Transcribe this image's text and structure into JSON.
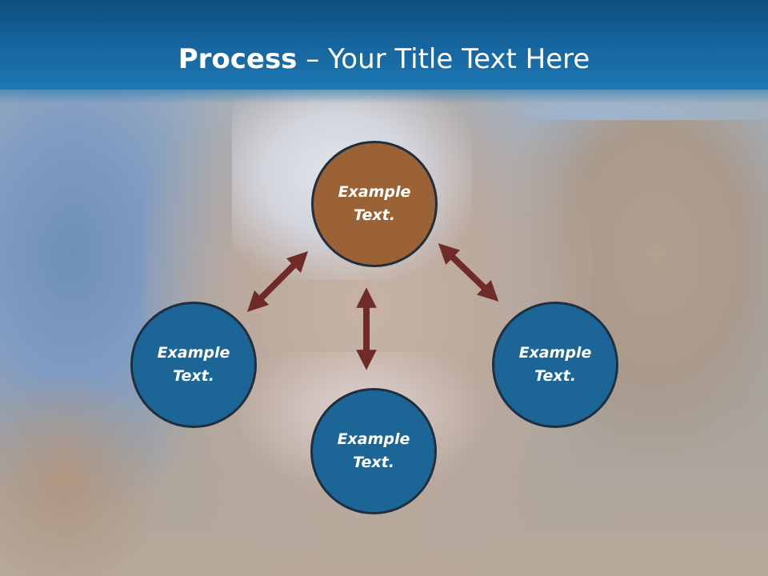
{
  "title": {
    "bold": "Process",
    "rest": " – Your Title Text Here"
  },
  "colors": {
    "title_bar": "#15629b",
    "top_node": "#9a6235",
    "blue_node": "#1c6597",
    "node_border": "#1f2f3f",
    "arrow": "#6e2b28"
  },
  "nodes": [
    {
      "id": "top",
      "text": "Example\nText."
    },
    {
      "id": "left",
      "text": "Example\nText."
    },
    {
      "id": "bottom",
      "text": "Example\nText."
    },
    {
      "id": "right",
      "text": "Example\nText."
    }
  ],
  "connectors": [
    {
      "from": "left",
      "to": "top",
      "style": "double-arrow"
    },
    {
      "from": "top",
      "to": "right",
      "style": "double-arrow"
    },
    {
      "from": "top",
      "to": "bottom",
      "style": "double-arrow"
    }
  ]
}
